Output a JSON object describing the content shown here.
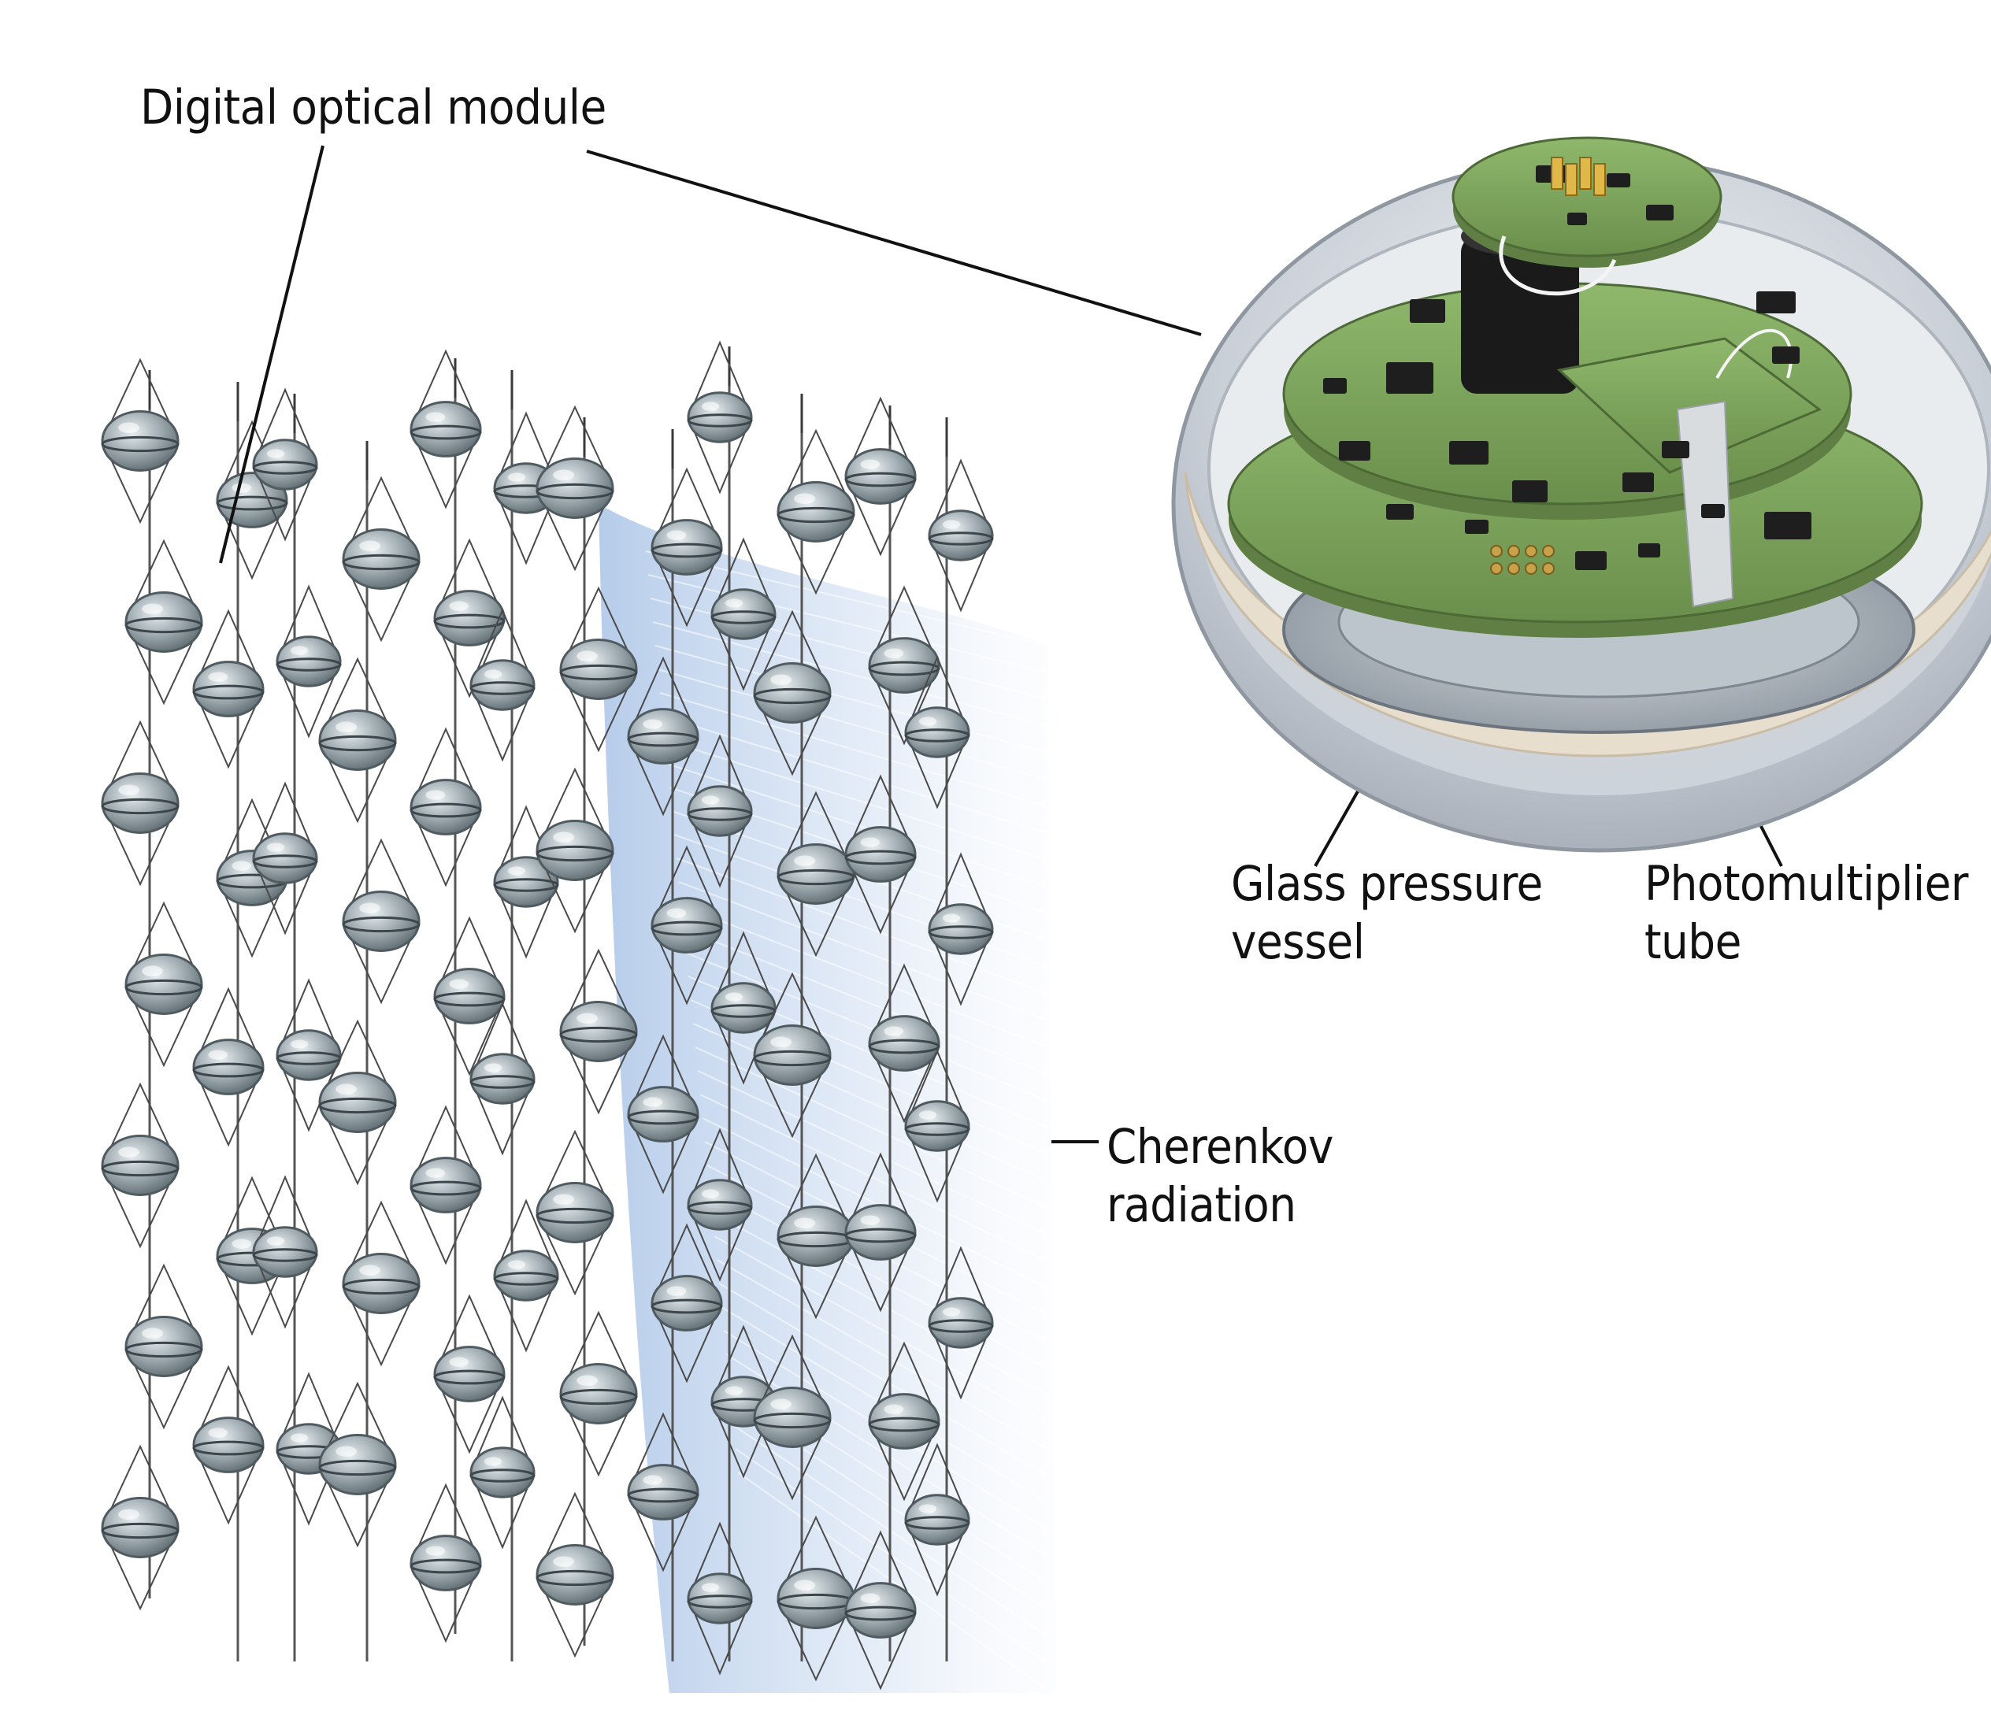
{
  "labels": {
    "digital_optical_module": "Digital optical module",
    "glass_pressure_vessel": [
      "Glass pressure",
      "vessel"
    ],
    "photomultiplier_tube": [
      "Photomultiplier",
      "tube"
    ],
    "cherenkov_radiation": [
      "Cherenkov",
      "radiation"
    ]
  },
  "colors": {
    "text": "#111111",
    "leader_line": "#111111",
    "module_glass": "#9aa7ad",
    "module_shadow": "#4f5b60",
    "cable": "#3a3a3a",
    "cherenkov_light": "#c9daf0",
    "pcb_green": "#7fa45e",
    "sphere_glass": "#c7ccd4",
    "ring": "#e6dccb"
  },
  "array": {
    "strings": 12,
    "modules_per_string": 7
  }
}
